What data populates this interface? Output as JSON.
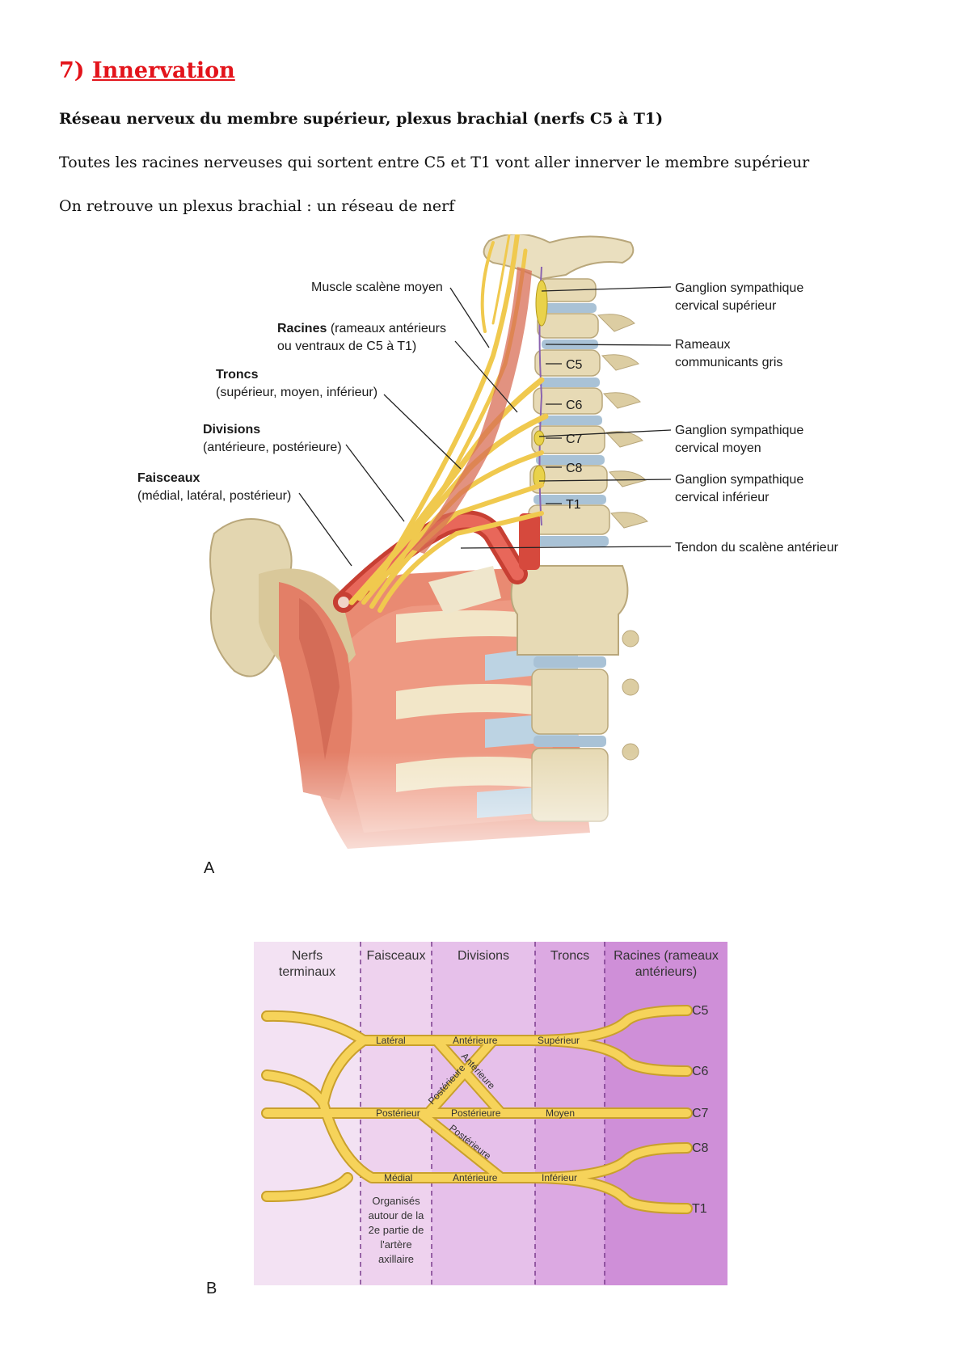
{
  "section": {
    "number": "7)",
    "title": "Innervation",
    "subtitle": "Réseau nerveux du membre supérieur, plexus brachial (nerfs C5 à T1)",
    "paragraphs": [
      "Toutes les racines nerveuses qui sortent entre C5 et T1 vont aller innerver le membre supérieur",
      "On retrouve un plexus brachial : un réseau de nerf"
    ]
  },
  "figure_a": {
    "panel_label": "A",
    "left_labels": {
      "scalene": "Muscle scalène moyen",
      "racines_bold": "Racines",
      "racines_rest": " (rameaux antérieurs",
      "racines_line2": "ou ventraux de C5 à T1)",
      "troncs_bold": "Troncs",
      "troncs_line2": "(supérieur, moyen, inférieur)",
      "divisions_bold": "Divisions",
      "divisions_line2": "(antérieure, postérieure)",
      "faisceaux_bold": "Faisceaux",
      "faisceaux_line2": "(médial, latéral, postérieur)"
    },
    "right_labels": {
      "g_sup_1": "Ganglion sympathique",
      "g_sup_2": "cervical supérieur",
      "rameaux_1": "Rameaux",
      "rameaux_2": "communicants gris",
      "g_moy_1": "Ganglion sympathique",
      "g_moy_2": "cervical moyen",
      "g_inf_1": "Ganglion sympathique",
      "g_inf_2": "cervical inférieur",
      "tendon": "Tendon du scalène antérieur"
    },
    "vertebra_labels": [
      "C5",
      "C6",
      "C7",
      "C8",
      "T1"
    ]
  },
  "figure_b": {
    "panel_label": "B",
    "columns": [
      {
        "line1": "Nerfs",
        "line2": "terminaux"
      },
      {
        "line1": "Faisceaux",
        "line2": ""
      },
      {
        "line1": "Divisions",
        "line2": ""
      },
      {
        "line1": "Troncs",
        "line2": ""
      },
      {
        "line1": "Racines (rameaux",
        "line2": "antérieurs)"
      }
    ],
    "roots": [
      "C5",
      "C6",
      "C7",
      "C8",
      "T1"
    ],
    "nerve_labels": {
      "lateral": "Latéral",
      "posterieur": "Postérieur",
      "medial": "Médial",
      "anterieure_top": "Antérieure",
      "anterieure_diag": "Antérieure",
      "posterieure_diag1": "Postérieure",
      "posterieure_mid": "Postérieure",
      "posterieure_diag2": "Postérieure",
      "anterieure_bottom": "Antérieure",
      "superieur": "Supérieur",
      "moyen": "Moyen",
      "inferieur": "Inférieur"
    },
    "note_lines": [
      "Organisés",
      "autour de la",
      "2e partie de",
      "l'artère",
      "axillaire"
    ],
    "colors": {
      "col1": "#f3e2f3",
      "col2": "#eed2ee",
      "col3": "#e6c0ea",
      "col4": "#dca9e2",
      "col5": "#cf8fd8",
      "nerve": "#f6d35a",
      "nerve_outline": "#c9a02c"
    }
  }
}
